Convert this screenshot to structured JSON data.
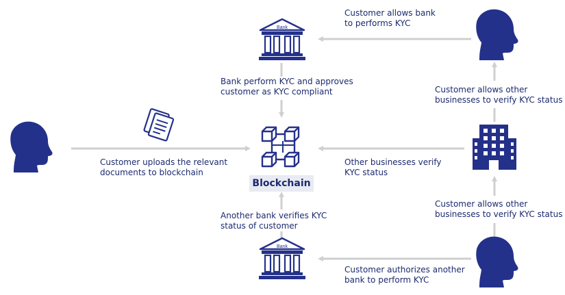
{
  "colors": {
    "navy": "#24318a",
    "arrow": "#cfcfcf",
    "text": "#1c2a6e"
  },
  "icons": {
    "bank": "bank-building-icon",
    "person": "person-head-icon",
    "office": "office-building-icon",
    "blockchain": "blockchain-icon",
    "documents": "documents-icon"
  },
  "bank_sign": "Bank",
  "blockchain_label": "Blockchain",
  "labels": {
    "allow_bank": [
      "Customer allows bank",
      "to performs KYC"
    ],
    "bank_perform": [
      "Bank perform KYC and approves",
      "customer as KYC compliant"
    ],
    "allow_other_top": [
      "Customer allows other",
      "businesses to verify KYC status"
    ],
    "upload": [
      "Customer uploads the relevant",
      "documents to blockchain"
    ],
    "other_verify": [
      "Other businesses verify",
      "KYC status"
    ],
    "allow_other_bottom": [
      "Customer allows other",
      "businesses to verify KYC status"
    ],
    "another_bank": [
      "Another bank verifies KYC",
      "status of customer"
    ],
    "authorize": [
      "Customer authorizes another",
      "bank to perform KYC"
    ]
  }
}
